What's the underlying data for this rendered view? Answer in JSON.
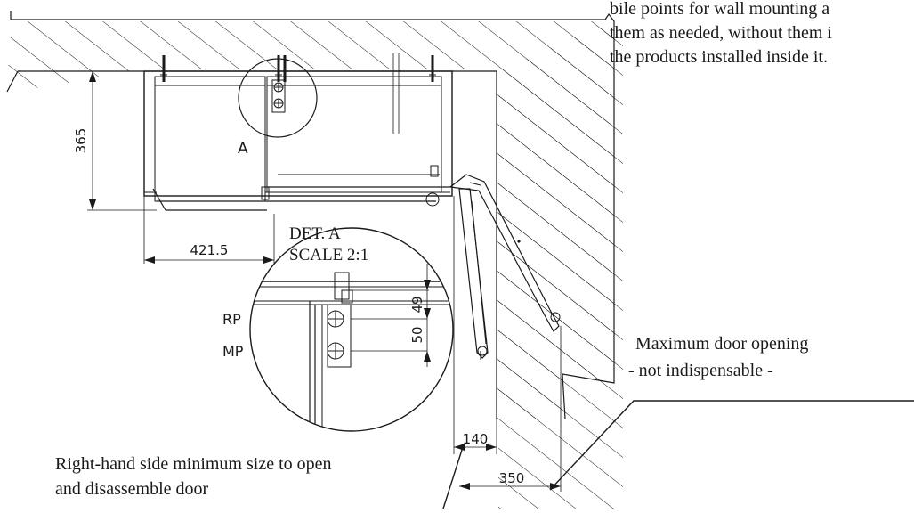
{
  "note_text": {
    "line1": "bile points for wall mounting a",
    "line2": "them as needed, without them i",
    "line3": "the products installed inside it."
  },
  "dimensions": {
    "height": "365",
    "width": "421.5",
    "right_side": "140",
    "door_opening": "350",
    "spacing_rp": "49",
    "spacing_mp": "50"
  },
  "detail": {
    "marker": "A",
    "title": "DET. A",
    "scale": "SCALE 2:1",
    "label_rp": "RP",
    "label_mp": "MP"
  },
  "callouts": {
    "max_door_line1": "Maximum door opening",
    "max_door_line2": "- not indispensable -",
    "min_size_line1": "Right-hand side minimum size to open",
    "min_size_line2": "and disassemble door"
  }
}
